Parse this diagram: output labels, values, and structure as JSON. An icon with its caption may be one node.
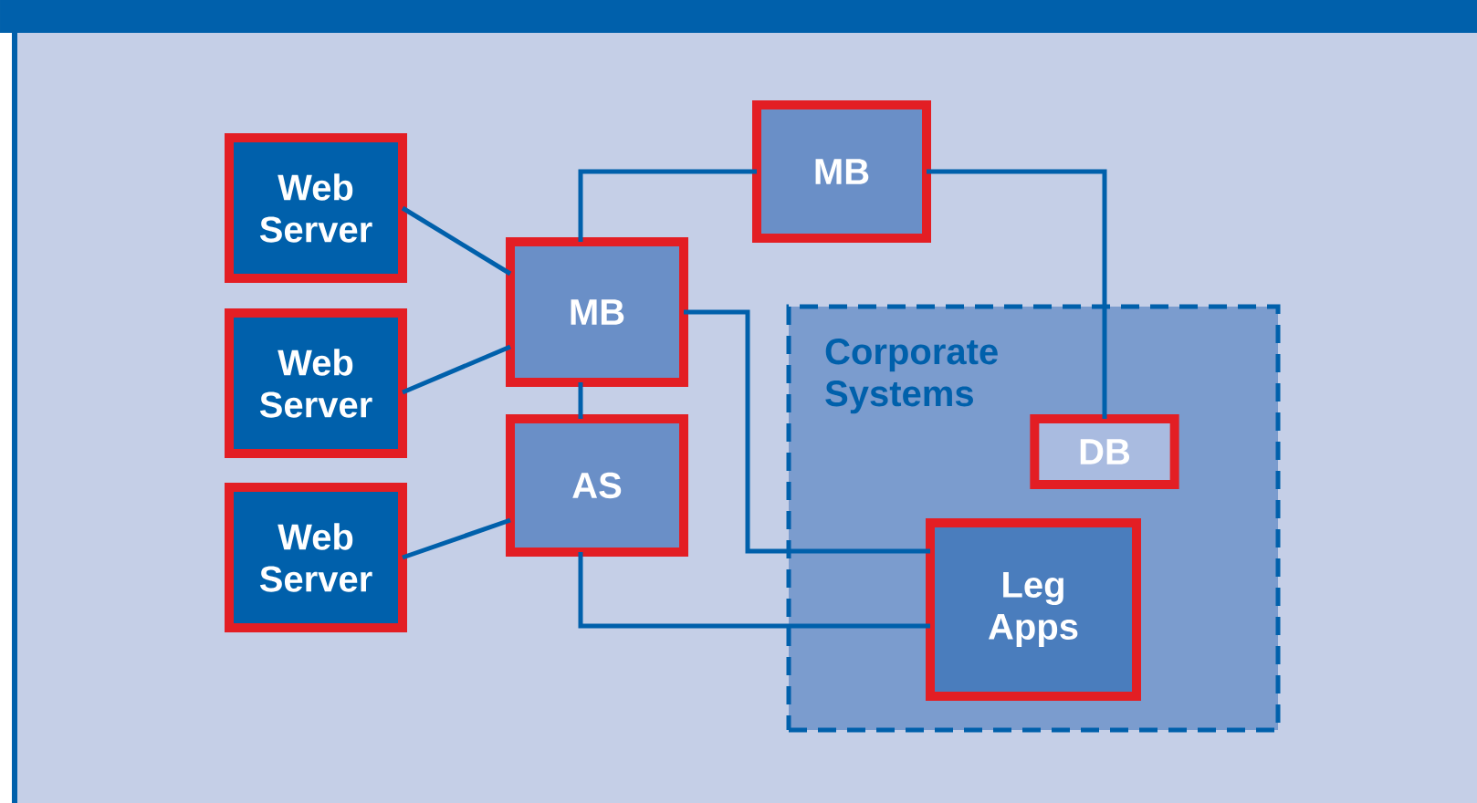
{
  "diagram": {
    "nodes": [
      {
        "text": [
          "Web Server"
        ]
      },
      {
        "text": [
          "Web Server"
        ]
      },
      {
        "text": [
          "Web Server"
        ]
      },
      {
        "text": [
          "MB"
        ]
      },
      {
        "text": [
          "MB"
        ]
      },
      {
        "text": [
          "AS"
        ]
      },
      {
        "text": [
          "Corporate Systems"
        ]
      },
      {
        "text": [
          "DB"
        ],
        "in": 6
      },
      {
        "text": [
          "Leg Apps"
        ],
        "in": 6
      }
    ],
    "edges": [
      {
        "from": 0,
        "to": 4,
        "arrow": "none"
      },
      {
        "from": 1,
        "to": 4,
        "arrow": "none"
      },
      {
        "from": 2,
        "to": 5,
        "arrow": "none"
      },
      {
        "from": 4,
        "to": 3,
        "arrow": "none"
      },
      {
        "from": 4,
        "to": 5,
        "arrow": "none"
      },
      {
        "from": 3,
        "to": 7,
        "arrow": "none"
      },
      {
        "from": 4,
        "to": 8,
        "arrow": "none"
      },
      {
        "from": 5,
        "to": 8,
        "arrow": "none"
      }
    ]
  }
}
